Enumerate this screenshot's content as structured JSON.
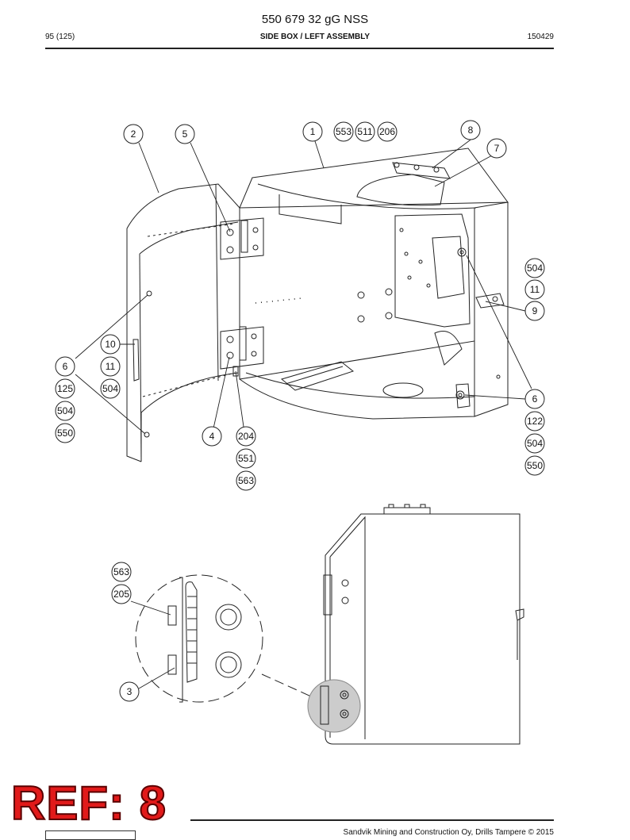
{
  "header": {
    "title": "550 679 32 gG NSS",
    "page": "95 (125)",
    "section": "SIDE BOX / LEFT ASSEMBLY",
    "code": "150429"
  },
  "callouts": {
    "c1": "1",
    "c553a": "553",
    "c511": "511",
    "c206": "206",
    "c8": "8",
    "c7": "7",
    "c2": "2",
    "c5": "5",
    "c504a": "504",
    "c11a": "11",
    "c9": "9",
    "c10": "10",
    "c6a": "6",
    "c11b": "11",
    "c125": "125",
    "c504b": "504",
    "c504c": "504",
    "c550a": "550",
    "c4": "4",
    "c204": "204",
    "c551": "551",
    "c563a": "563",
    "c6b": "6",
    "c122": "122",
    "c504d": "504",
    "c550b": "550",
    "c563b": "563",
    "c205": "205",
    "c3": "3"
  },
  "stamp": {
    "ref_label": "REF: 8"
  },
  "footer": {
    "copyright": "Sandvik Mining and Construction Oy, Drills Tampere © 2015"
  }
}
